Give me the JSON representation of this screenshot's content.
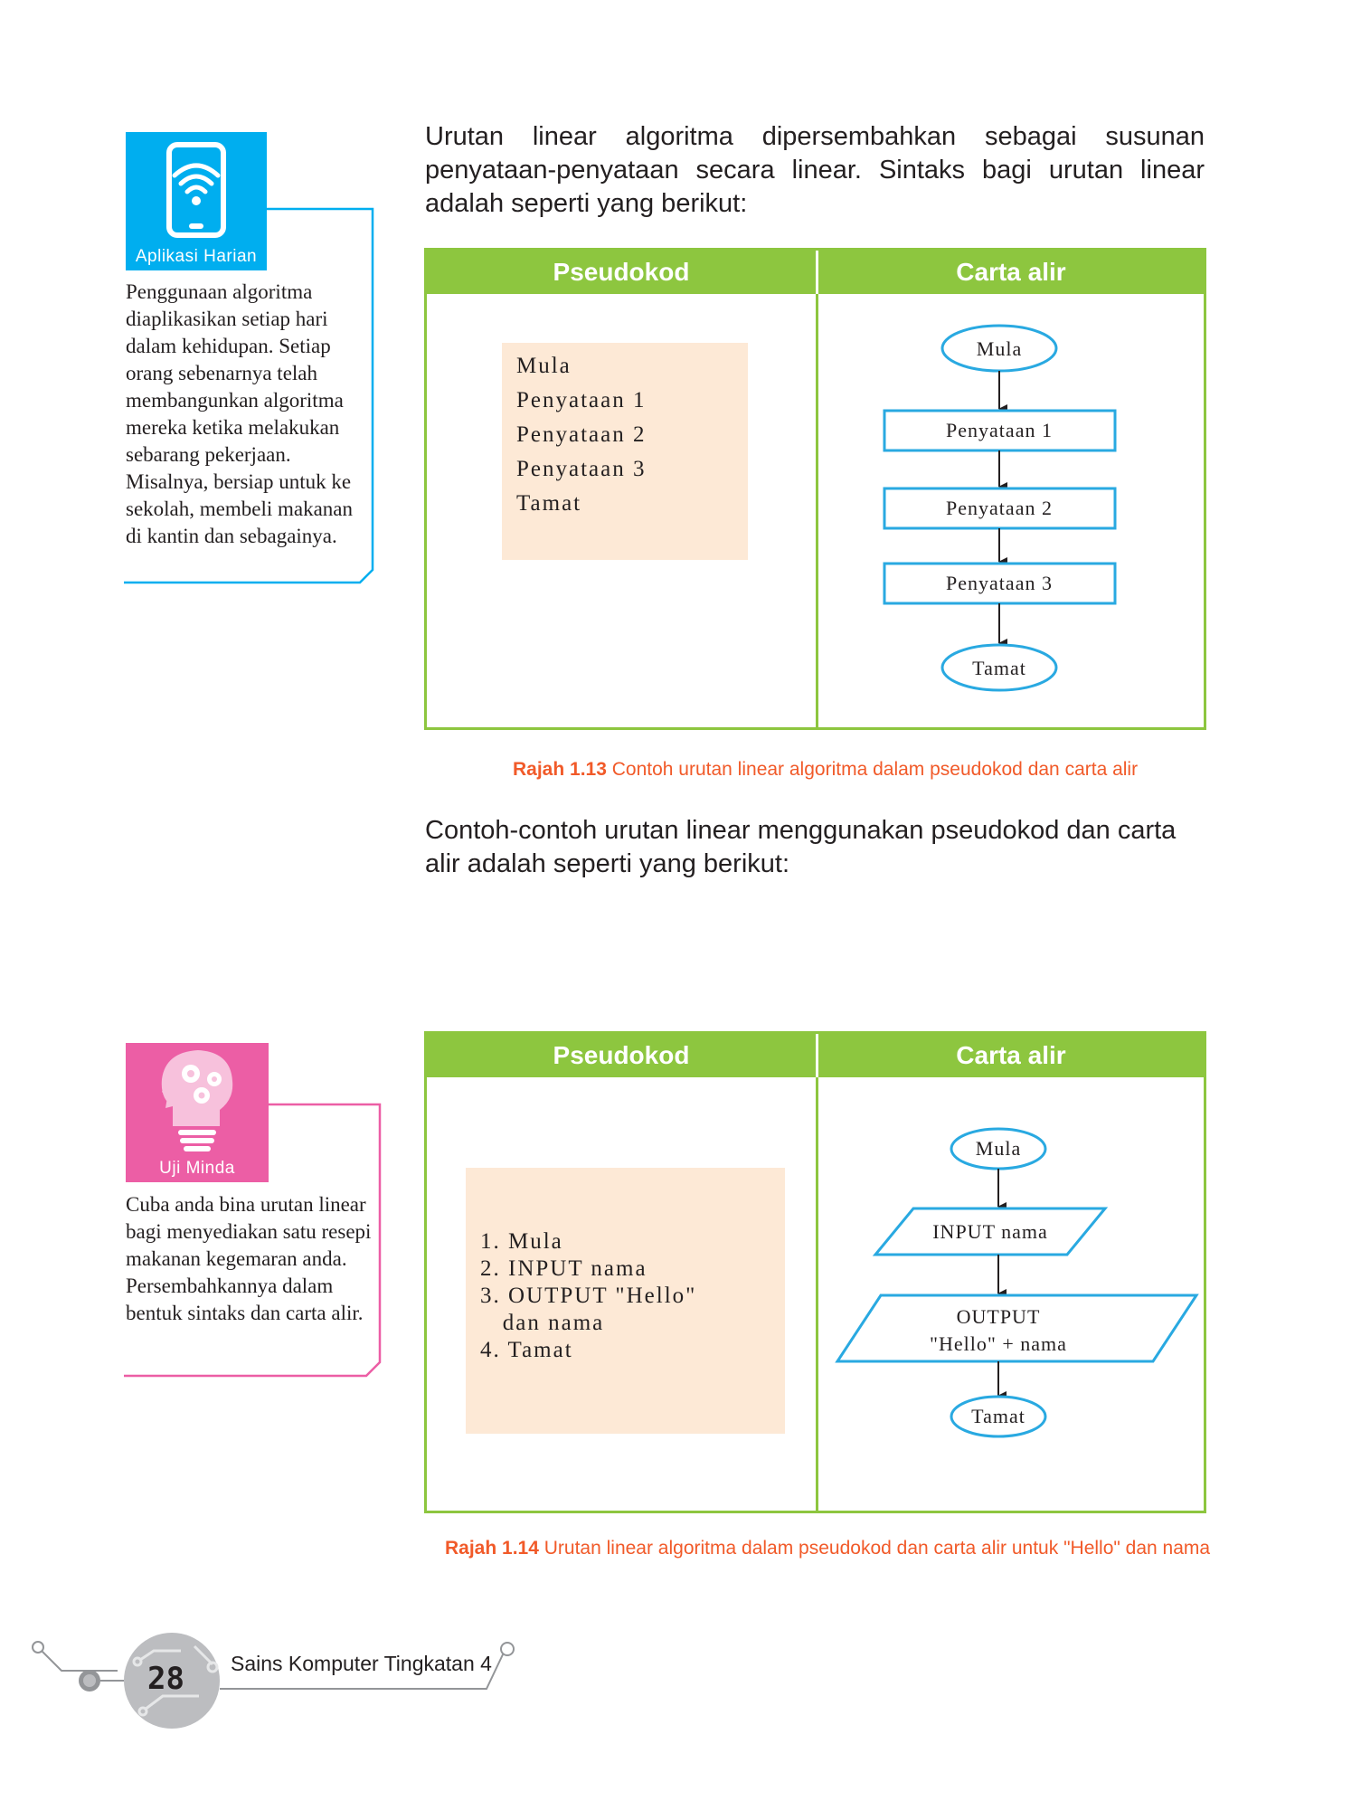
{
  "intro_paragraph": "Urutan linear algoritma dipersembahkan sebagai susunan penyataan-penyataan secara linear. Sintaks bagi urutan linear adalah seperti yang berikut:",
  "second_paragraph": "Contoh-contoh urutan linear menggunakan pseudokod dan carta alir adalah seperti yang berikut:",
  "sidebar_aplikasi": {
    "label": "Aplikasi Harian",
    "icon": "smartphone-wifi-icon",
    "color": "#00aeef",
    "text": "Penggunaan algoritma diaplikasikan setiap hari dalam kehidupan. Setiap orang sebenarnya telah membangunkan algoritma mereka ketika melakukan sebarang pekerjaan. Misalnya, bersiap untuk ke sekolah, membeli makanan di kantin dan sebagainya."
  },
  "sidebar_uji": {
    "label": "Uji Minda",
    "icon": "lightbulb-head-gears-icon",
    "color": "#ec5ea5",
    "text": "Cuba anda bina urutan linear bagi menyediakan satu resepi makanan kegemaran anda. Persembahkannya dalam bentuk sintaks dan carta alir."
  },
  "figure1": {
    "header_pseudocode": "Pseudokod",
    "header_flowchart": "Carta alir",
    "pseudocode": [
      "Mula",
      "Penyataan 1",
      "Penyataan 2",
      "Penyataan 3",
      "Tamat"
    ],
    "flow": {
      "start": "Mula",
      "steps": [
        "Penyataan 1",
        "Penyataan 2",
        "Penyataan 3"
      ],
      "end": "Tamat"
    },
    "caption_label": "Rajah 1.13",
    "caption_text": "Contoh urutan linear algoritma dalam pseudokod dan carta alir"
  },
  "figure2": {
    "header_pseudocode": "Pseudokod",
    "header_flowchart": "Carta alir",
    "pseudocode": [
      "1. Mula",
      "2. INPUT nama",
      "3. OUTPUT \"Hello\"",
      "   dan nama",
      "4. Tamat"
    ],
    "flow": {
      "start": "Mula",
      "input": "INPUT nama",
      "output_line1": "OUTPUT",
      "output_line2": "\"Hello\" + nama",
      "end": "Tamat"
    },
    "caption_label": "Rajah 1.14",
    "caption_text": "Urutan linear algoritma dalam pseudokod dan carta alir untuk \"Hello\" dan nama"
  },
  "footer": {
    "page_number": "28",
    "book_title": "Sains Komputer Tingkatan 4"
  },
  "colors": {
    "table_green": "#8dc63f",
    "flow_blue": "#29a9e1",
    "caption_orange": "#f15a29",
    "code_bg": "#fde9d6"
  }
}
